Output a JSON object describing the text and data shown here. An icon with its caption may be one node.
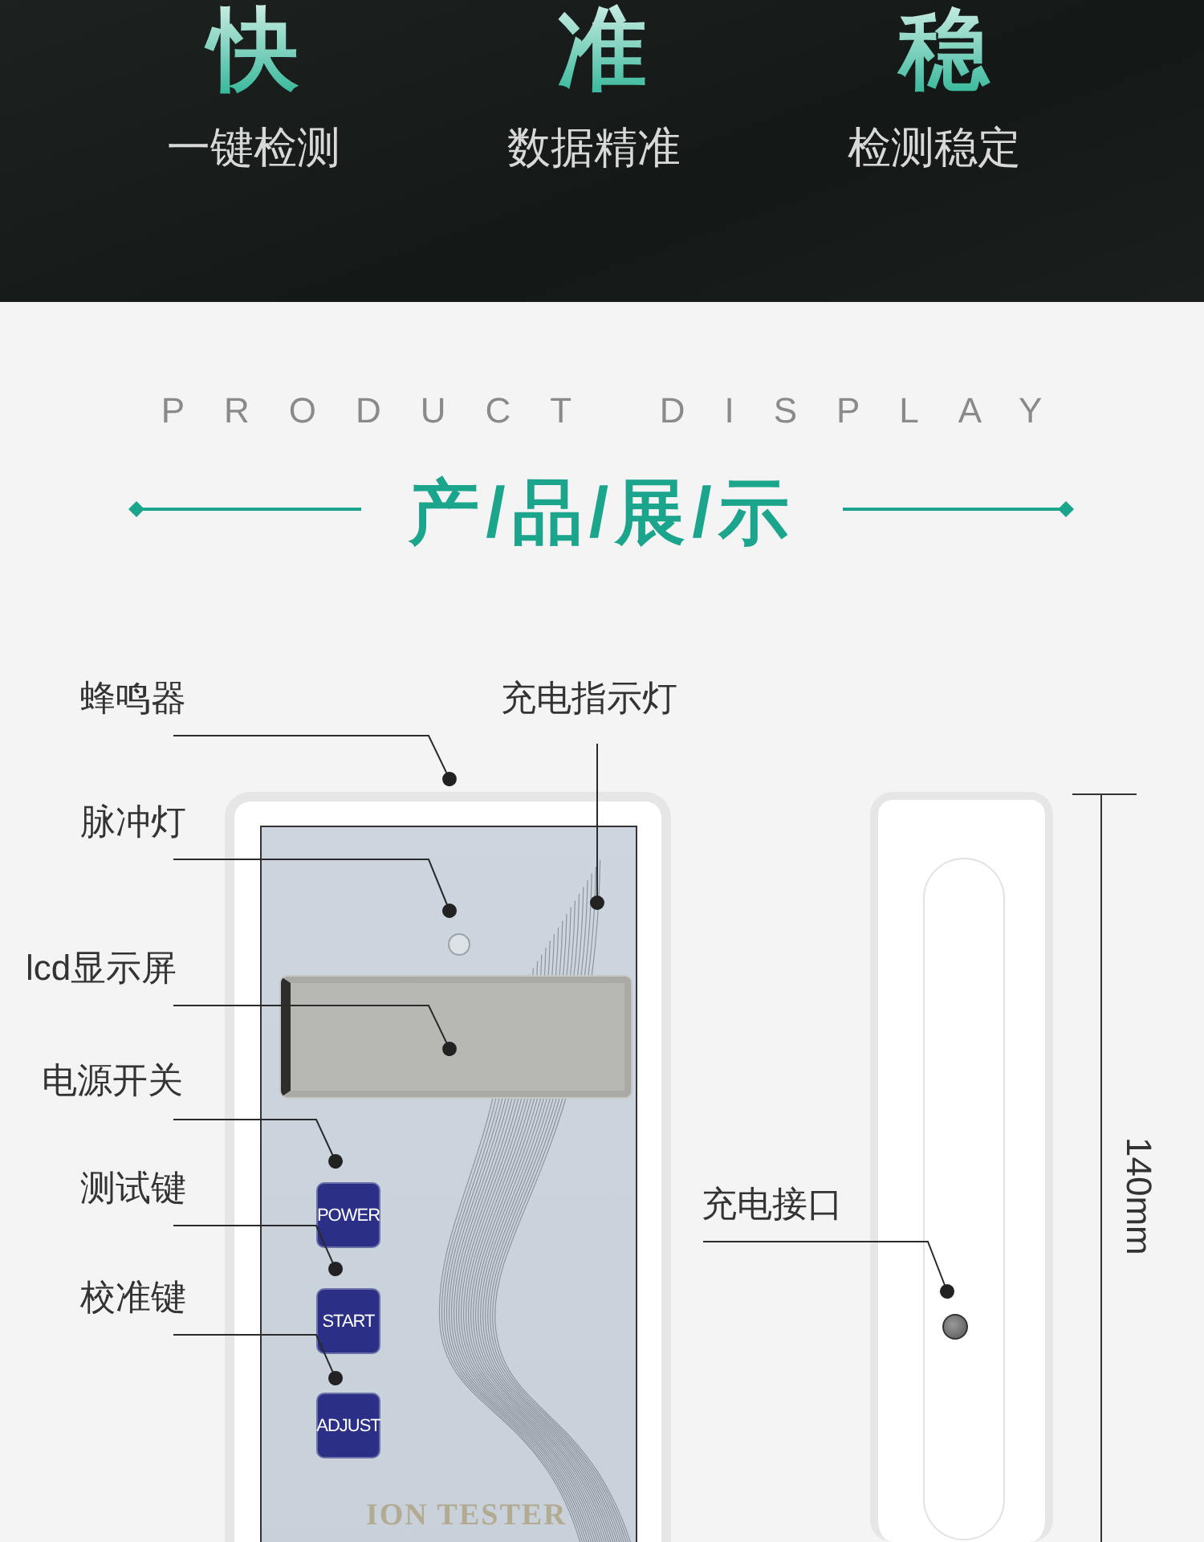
{
  "diagram": {
    "nodes": [
      {
        "text": [
          "蜂鸣器"
        ]
      },
      {
        "text": [
          "充电指示灯"
        ]
      },
      {
        "text": [
          "脉冲灯"
        ]
      },
      {
        "text": [
          "lcd显示屏"
        ]
      },
      {
        "text": [
          "电源开关"
        ]
      },
      {
        "text": [
          "测试键"
        ]
      },
      {
        "text": [
          "校准键"
        ]
      },
      {
        "text": [
          "ION TESTER"
        ]
      },
      {
        "text": [],
        "shape": "circle",
        "in": 7
      },
      {
        "text": [],
        "shape": "box",
        "in": 7
      },
      {
        "text": [
          "POWER"
        ],
        "in": 7
      },
      {
        "text": [
          "START"
        ],
        "in": 7
      },
      {
        "text": [
          "ADJUST"
        ],
        "in": 7
      },
      {
        "text": [
          "充电接口"
        ]
      },
      {
        "text": [],
        "shape": "box"
      },
      {
        "text": [],
        "shape": "circle",
        "in": 14
      }
    ],
    "edges": [
      {
        "from": 0,
        "to": 7,
        "arrow": "other"
      },
      {
        "from": 1,
        "to": 7,
        "arrow": "other"
      },
      {
        "from": 2,
        "to": 8,
        "arrow": "other"
      },
      {
        "from": 3,
        "to": 9,
        "arrow": "other"
      },
      {
        "from": 4,
        "to": 10,
        "arrow": "other"
      },
      {
        "from": 5,
        "to": 11,
        "arrow": "other"
      },
      {
        "from": 6,
        "to": 12,
        "arrow": "other"
      },
      {
        "from": 13,
        "to": 15,
        "arrow": "other"
      }
    ],
    "labels": [
      "快",
      "准",
      "稳",
      "一键检测",
      "数据精准",
      "检测稳定",
      "PRODUCT DISPLAY",
      "产/品/展/示",
      "140mm"
    ]
  }
}
